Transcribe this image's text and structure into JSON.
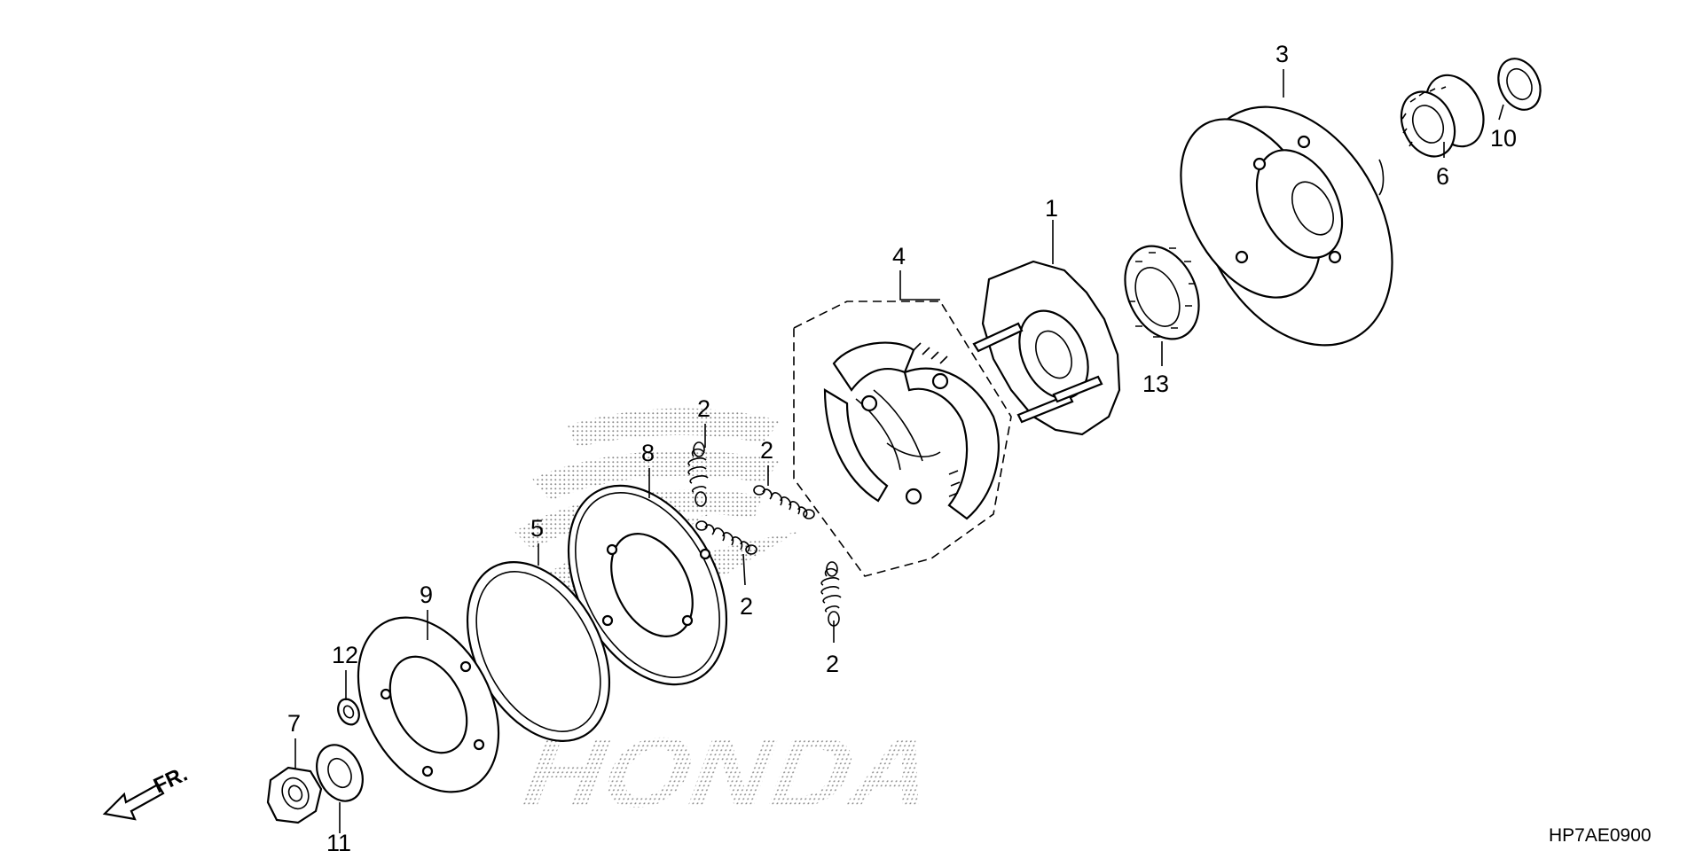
{
  "diagram": {
    "drawing_code": "HP7AE0900",
    "front_indicator": "FR.",
    "watermark_text": "HONDA",
    "callouts": [
      {
        "id": "c1",
        "label": "1"
      },
      {
        "id": "c2a",
        "label": "2"
      },
      {
        "id": "c2b",
        "label": "2"
      },
      {
        "id": "c2c",
        "label": "2"
      },
      {
        "id": "c2d",
        "label": "2"
      },
      {
        "id": "c3",
        "label": "3"
      },
      {
        "id": "c4",
        "label": "4"
      },
      {
        "id": "c5",
        "label": "5"
      },
      {
        "id": "c6",
        "label": "6"
      },
      {
        "id": "c7",
        "label": "7"
      },
      {
        "id": "c8",
        "label": "8"
      },
      {
        "id": "c9",
        "label": "9"
      },
      {
        "id": "c10",
        "label": "10"
      },
      {
        "id": "c11",
        "label": "11"
      },
      {
        "id": "c12",
        "label": "12"
      },
      {
        "id": "c13",
        "label": "13"
      }
    ]
  }
}
